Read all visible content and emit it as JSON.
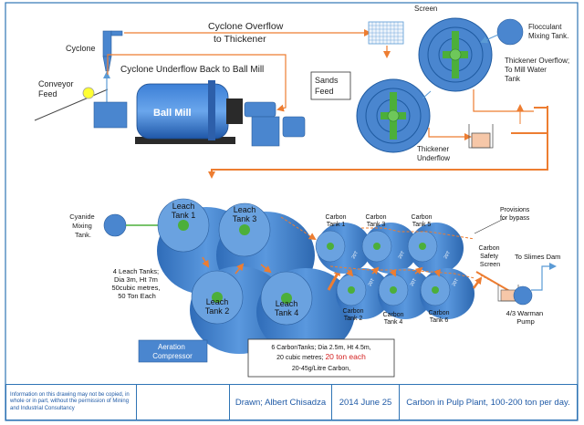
{
  "labels": {
    "screen": "Screen",
    "flocculant": [
      "Flocculant",
      "Mixing Tank."
    ],
    "cyclone": "Cyclone",
    "cyclone_overflow": [
      "Cyclone Overflow",
      "to Thickener"
    ],
    "cyclone_underflow": "Cyclone Underflow Back to Ball Mill",
    "conveyor_feed": [
      "Conveyor",
      "Feed"
    ],
    "sands_feed": [
      "Sands",
      "Feed"
    ],
    "ball_mill": "Ball Mill",
    "thickener_overflow": [
      "Thickener Overflow;",
      "To Mill Water",
      "Tank"
    ],
    "thickener_underflow": [
      "Thickener",
      "Underflow"
    ],
    "cyanide_tank": [
      "Cyanide",
      "Mixing",
      "Tank."
    ],
    "leach_spec": [
      "4 Leach Tanks;",
      "Dia 3m, Ht 7m",
      "50cubic metres,",
      "50 Ton Each"
    ],
    "aeration": [
      "Aeration",
      "Compressor"
    ],
    "carbon_spec_lines": [
      "6 CarbonTanks; Dia 2.5m, Ht 4.5m,",
      "20 cubic metres;",
      "20-45g/Litre Carbon,"
    ],
    "carbon_spec_highlight": "20 ton each",
    "provisions": [
      "Provisions",
      "for bypass"
    ],
    "safety_screen": [
      "Carbon",
      "Safety",
      "Screen"
    ],
    "slimes_dam": "To Slimes Dam",
    "warman_pump": [
      "4/3 Warman",
      "Pump"
    ],
    "tank_tag": "20T"
  },
  "leach_tanks": [
    {
      "name": [
        "Leach",
        "Tank 1"
      ]
    },
    {
      "name": [
        "Leach",
        "Tank 3"
      ]
    },
    {
      "name": [
        "Leach",
        "Tank 2"
      ]
    },
    {
      "name": [
        "Leach",
        "Tank 4"
      ]
    }
  ],
  "carbon_tanks": [
    {
      "name": [
        "Carbon",
        "Tank 1"
      ]
    },
    {
      "name": [
        "Carbon",
        "Tank 3"
      ]
    },
    {
      "name": [
        "Carbon",
        "Tank 5"
      ]
    },
    {
      "name": [
        "Carbon",
        "Tank 2"
      ]
    },
    {
      "name": [
        "Carbon",
        "Tank 4"
      ]
    },
    {
      "name": [
        "Carbon",
        "Tank 6"
      ]
    }
  ],
  "title_block": {
    "notice": "Information on this drawing may not be copied, in whole or in part, without the permission of Mining and Industrial Consultancy",
    "drawn": "Drawn; Albert Chisadza",
    "date": "2014 June 25",
    "title": "Carbon in Pulp Plant, 100-200 ton per day."
  },
  "colors": {
    "tank_blue": "#4a86cf",
    "tank_top": "#6aa2e0",
    "accent_green": "#4caf3a",
    "pipe_orange": "#ed7d31",
    "border_blue": "#2f74b5",
    "highlight_red": "#d42020"
  }
}
